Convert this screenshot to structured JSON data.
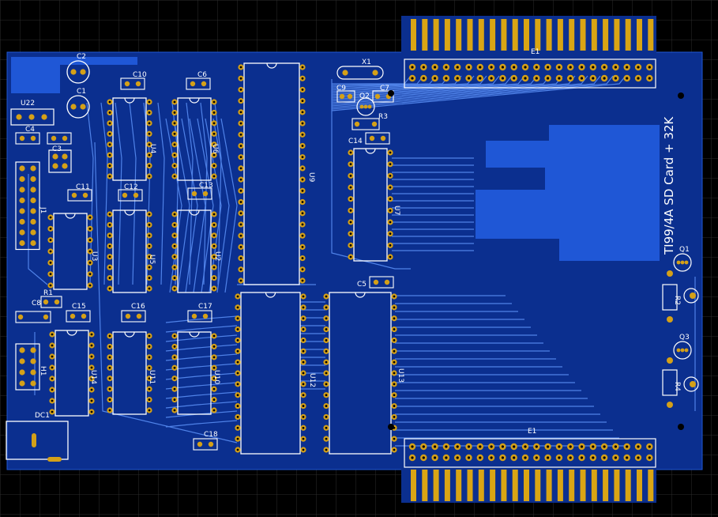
{
  "board_title": "TI99/4A SD Card + 32K",
  "colors": {
    "background": "#000000",
    "grid": "#2c2c2c",
    "board": "#0b2f8f",
    "copper": "#1f57d6",
    "trace": "#4f82e8",
    "silk": "#ffffff",
    "pad": "#d4a018",
    "gold": "#d9a514"
  },
  "connectors": {
    "top": "E1",
    "bottom": "E1"
  },
  "components": [
    "C2",
    "C10",
    "C6",
    "X1",
    "C1",
    "U22",
    "C4",
    "U4",
    "U6",
    "C9",
    "C7",
    "Q2",
    "R3",
    "C14",
    "C3",
    "C11",
    "C12",
    "C13",
    "U9",
    "J1",
    "U7",
    "U3",
    "U5",
    "U2",
    "R1",
    "C8",
    "C15",
    "C16",
    "C17",
    "C5",
    "Q1",
    "R2",
    "U14",
    "U11",
    "U10",
    "U12",
    "U13",
    "Q3",
    "R4",
    "H1",
    "DC1",
    "C18"
  ],
  "labels": {
    "c2": "C2",
    "c10": "C10",
    "c6": "C6",
    "x1": "X1",
    "c1": "C1",
    "u22": "U22",
    "c4": "C4",
    "c9": "C9",
    "c7": "C7",
    "q2": "Q2",
    "r3": "R3",
    "c14": "C14",
    "c3": "C3",
    "c11": "C11",
    "c12": "C12",
    "c13": "C13",
    "r1": "R1",
    "c8": "C8",
    "c15": "C15",
    "c16": "C16",
    "c17": "C17",
    "c5": "C5",
    "q1": "Q1",
    "r2": "R2",
    "q3": "Q3",
    "r4": "R4",
    "dc1": "DC1",
    "c18": "C18",
    "u4": "U4",
    "u6": "U6",
    "u9": "U9",
    "j1": "J1",
    "u7": "U7",
    "u3": "U3",
    "u5": "U5",
    "u2": "U2",
    "u14": "U14",
    "u11": "U11",
    "u10": "U10",
    "u12": "U12",
    "u13": "U13",
    "h1": "H1"
  }
}
